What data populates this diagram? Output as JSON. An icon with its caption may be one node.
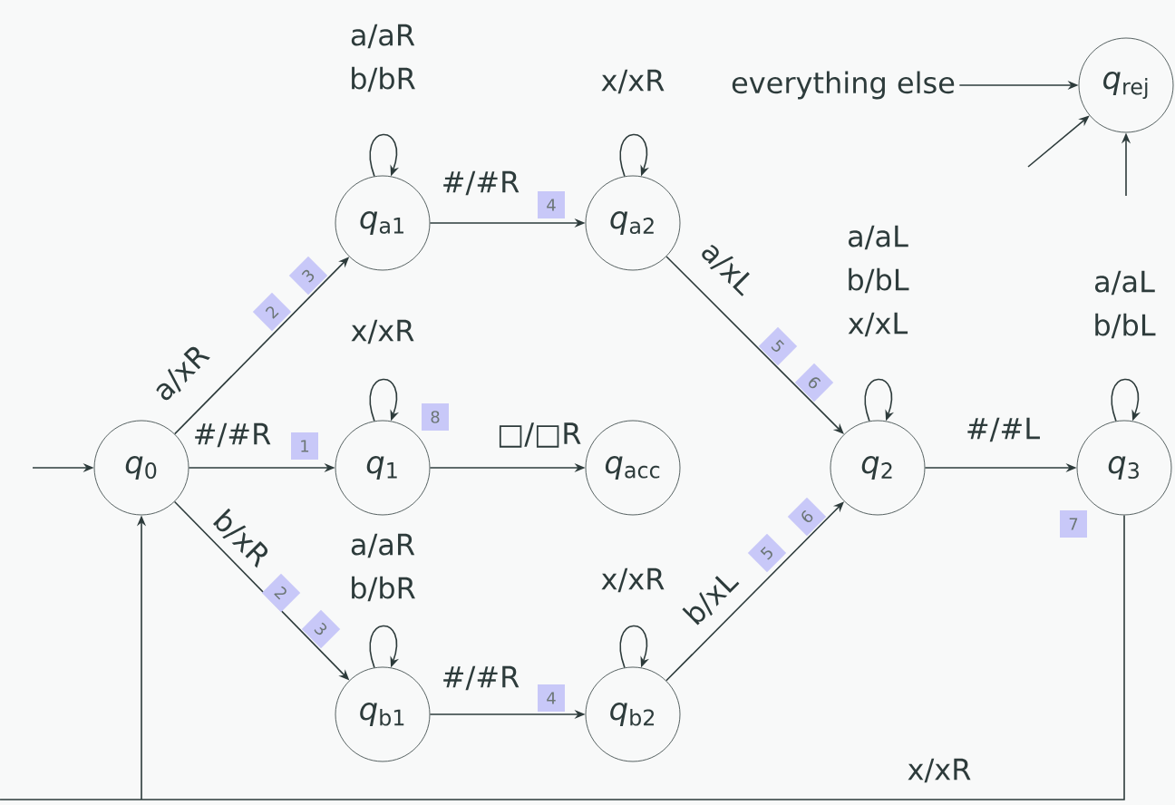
{
  "diagram": {
    "nodes": [
      {
        "text": [
          "*q*$_{0}$"
        ]
      },
      {
        "text": [
          "*q*$_{a1}$"
        ]
      },
      {
        "text": [
          "*q*$_{a2}$"
        ]
      },
      {
        "text": [
          "*q*$_{1}$"
        ]
      },
      {
        "text": [
          "*q*$_{acc}$"
        ]
      },
      {
        "text": [
          "*q*$_{b1}$"
        ]
      },
      {
        "text": [
          "*q*$_{b2}$"
        ]
      },
      {
        "text": [
          "*q*$_{2}$"
        ]
      },
      {
        "text": [
          "*q*$_{3}$"
        ]
      },
      {
        "text": [
          "*q*$_{rej}$"
        ]
      },
      {
        "text": [
          "everything else"
        ]
      }
    ],
    "edges": [
      {
        "from": null,
        "to": 0,
        "arrow": "to"
      },
      {
        "from": 0,
        "to": 1,
        "arrow": "to",
        "label": "a/xR"
      },
      {
        "from": 0,
        "to": 3,
        "arrow": "to",
        "label": "#/#R"
      },
      {
        "from": 0,
        "to": 5,
        "arrow": "to",
        "label": "b/xR"
      },
      {
        "from": 1,
        "to": 1,
        "arrow": "to",
        "label": "a/aR b/bR"
      },
      {
        "from": 1,
        "to": 2,
        "arrow": "to",
        "label": "#/#R"
      },
      {
        "from": 2,
        "to": 2,
        "arrow": "to",
        "label": "x/xR"
      },
      {
        "from": 3,
        "to": 3,
        "arrow": "to",
        "label": "x/xR"
      },
      {
        "from": 3,
        "to": 4,
        "arrow": "to",
        "label": "□/□R"
      },
      {
        "from": 5,
        "to": 5,
        "arrow": "to",
        "label": "a/aR b/bR"
      },
      {
        "from": 5,
        "to": 6,
        "arrow": "to",
        "label": "#/#R"
      },
      {
        "from": 6,
        "to": 6,
        "arrow": "to",
        "label": "x/xR"
      },
      {
        "from": 2,
        "to": 7,
        "arrow": "to",
        "label": "a/xL"
      },
      {
        "from": 6,
        "to": 7,
        "arrow": "to",
        "label": "b/xL"
      },
      {
        "from": 7,
        "to": 7,
        "arrow": "to",
        "label": "a/aL b/bL x/xL"
      },
      {
        "from": 7,
        "to": 8,
        "arrow": "to",
        "label": "#/#L"
      },
      {
        "from": 8,
        "to": 8,
        "arrow": "to",
        "label": "a/aL b/bL"
      },
      {
        "from": 8,
        "to": 0,
        "arrow": "to",
        "label": "x/xR"
      },
      {
        "from": 10,
        "to": 9,
        "arrow": "to"
      },
      {
        "from": null,
        "to": 9,
        "arrow": "to"
      },
      {
        "from": null,
        "to": 9,
        "arrow": "to"
      }
    ],
    "labels": [
      "2",
      "3",
      "4",
      "8",
      "1",
      "5",
      "6",
      "2",
      "3",
      "4",
      "5",
      "6",
      "7"
    ]
  }
}
